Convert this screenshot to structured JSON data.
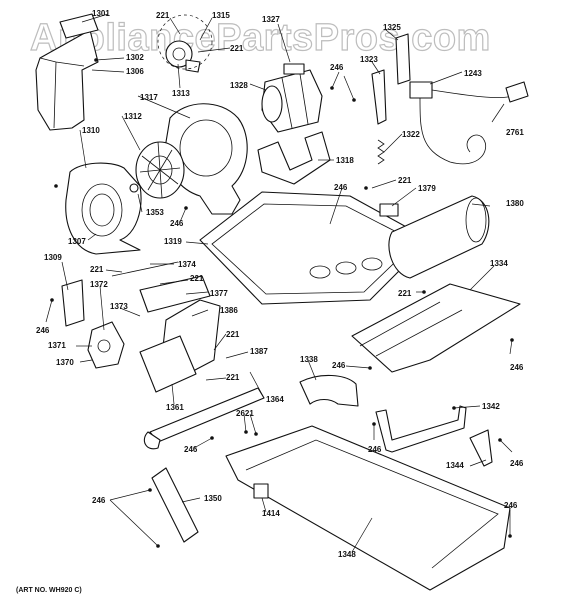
{
  "watermark": "AppliancePartsPros.com",
  "art_number": "(ART NO. WH920 C)",
  "parts": [
    {
      "id": "p1301",
      "label": "1301"
    },
    {
      "id": "p1302",
      "label": "1302"
    },
    {
      "id": "p1306",
      "label": "1306"
    },
    {
      "id": "p221a",
      "label": "221"
    },
    {
      "id": "p1315",
      "label": "1315"
    },
    {
      "id": "p221b",
      "label": "221"
    },
    {
      "id": "p1313",
      "label": "1313"
    },
    {
      "id": "p1327",
      "label": "1327"
    },
    {
      "id": "p1325",
      "label": "1325"
    },
    {
      "id": "p1323",
      "label": "1323"
    },
    {
      "id": "p1243",
      "label": "1243"
    },
    {
      "id": "p246a",
      "label": "246"
    },
    {
      "id": "p1328",
      "label": "1328"
    },
    {
      "id": "p1317",
      "label": "1317"
    },
    {
      "id": "p1312",
      "label": "1312"
    },
    {
      "id": "p1310",
      "label": "1310"
    },
    {
      "id": "p2761",
      "label": "2761"
    },
    {
      "id": "p1322",
      "label": "1322"
    },
    {
      "id": "p1318",
      "label": "1318"
    },
    {
      "id": "p221c",
      "label": "221"
    },
    {
      "id": "p246b",
      "label": "246"
    },
    {
      "id": "p1379",
      "label": "1379"
    },
    {
      "id": "p1380",
      "label": "1380"
    },
    {
      "id": "p1353",
      "label": "1353"
    },
    {
      "id": "p246c",
      "label": "246"
    },
    {
      "id": "p1307",
      "label": "1307"
    },
    {
      "id": "p1319",
      "label": "1319"
    },
    {
      "id": "p1309",
      "label": "1309"
    },
    {
      "id": "p221d",
      "label": "221"
    },
    {
      "id": "p1374",
      "label": "1374"
    },
    {
      "id": "p221e",
      "label": "221"
    },
    {
      "id": "p1334",
      "label": "1334"
    },
    {
      "id": "p1372",
      "label": "1372"
    },
    {
      "id": "p1377",
      "label": "1377"
    },
    {
      "id": "p221f",
      "label": "221"
    },
    {
      "id": "p246d",
      "label": "246"
    },
    {
      "id": "p1373",
      "label": "1373"
    },
    {
      "id": "p1386",
      "label": "1386"
    },
    {
      "id": "p1371",
      "label": "1371"
    },
    {
      "id": "p221g",
      "label": "221"
    },
    {
      "id": "p1387",
      "label": "1387"
    },
    {
      "id": "p1370",
      "label": "1370"
    },
    {
      "id": "p221h",
      "label": "221"
    },
    {
      "id": "p1338",
      "label": "1338"
    },
    {
      "id": "p246e",
      "label": "246"
    },
    {
      "id": "p246f",
      "label": "246"
    },
    {
      "id": "p1361",
      "label": "1361"
    },
    {
      "id": "p1364",
      "label": "1364"
    },
    {
      "id": "p2621",
      "label": "2621"
    },
    {
      "id": "p1342",
      "label": "1342"
    },
    {
      "id": "p246g",
      "label": "246"
    },
    {
      "id": "p246h",
      "label": "246"
    },
    {
      "id": "p1344",
      "label": "1344"
    },
    {
      "id": "p246i",
      "label": "246"
    },
    {
      "id": "p246j",
      "label": "246"
    },
    {
      "id": "p1350",
      "label": "1350"
    },
    {
      "id": "p246k",
      "label": "246"
    },
    {
      "id": "p1414",
      "label": "1414"
    },
    {
      "id": "p1348",
      "label": "1348"
    }
  ]
}
